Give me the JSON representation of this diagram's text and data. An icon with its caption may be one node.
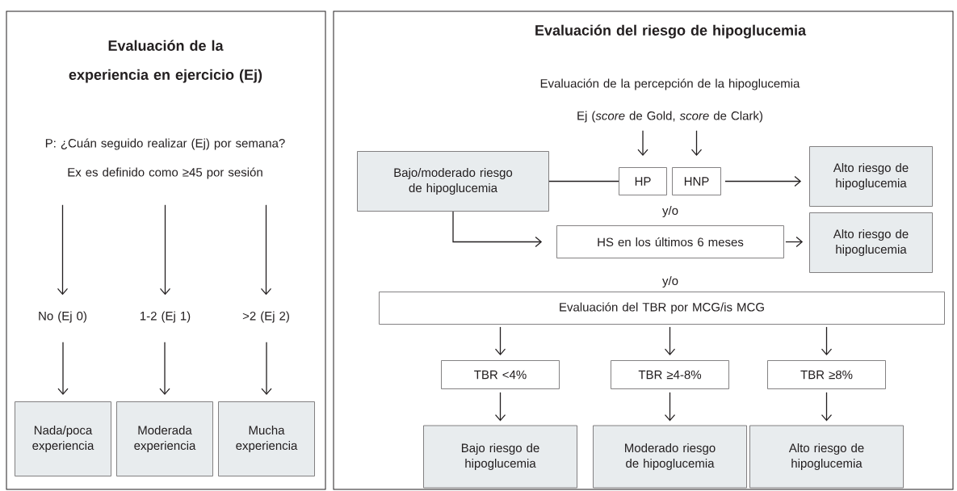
{
  "diagram": {
    "nodes": [
      {
        "text": [
          "Evaluación de la experiencia en ejercicio (Ej)"
        ]
      },
      {
        "text": [
          "P: ¿Cuán seguido realizar (Ej) por semana?",
          "Ex es definido como ≥45 por sesión"
        ],
        "in": 0
      },
      {
        "text": [
          "No (Ej 0)"
        ],
        "in": 0
      },
      {
        "text": [
          "1-2 (Ej 1)"
        ],
        "in": 0
      },
      {
        "text": [
          ">2 (Ej 2)"
        ],
        "in": 0
      },
      {
        "text": [
          "Nada/poca experiencia"
        ],
        "in": 0
      },
      {
        "text": [
          "Moderada experiencia"
        ],
        "in": 0
      },
      {
        "text": [
          "Mucha experiencia"
        ],
        "in": 0
      },
      {
        "text": [
          "Evaluación del riesgo de hipoglucemia"
        ]
      },
      {
        "text": [
          "Evaluación de la percepción de la hipoglucemia",
          "Ej (*score* de Gold, *score* de Clark)"
        ],
        "in": 8
      },
      {
        "text": [
          "Bajo/moderado riesgo de hipoglucemia"
        ],
        "in": 8
      },
      {
        "text": [
          "HP"
        ],
        "in": 8
      },
      {
        "text": [
          "HNP"
        ],
        "in": 8
      },
      {
        "text": [
          "Alto riesgo de hipoglucemia"
        ],
        "in": 8
      },
      {
        "text": [
          "HS en los últimos 6 meses"
        ],
        "in": 8
      },
      {
        "text": [
          "Alto riesgo de hipoglucemia"
        ],
        "in": 8
      },
      {
        "text": [
          "Evaluación del TBR por MCG/is MCG"
        ],
        "in": 8
      },
      {
        "text": [
          "TBR <4%"
        ],
        "in": 8
      },
      {
        "text": [
          "TBR ≥4-8%"
        ],
        "in": 8
      },
      {
        "text": [
          "TBR ≥8%"
        ],
        "in": 8
      },
      {
        "text": [
          "Bajo riesgo de hipoglucemia"
        ],
        "in": 8
      },
      {
        "text": [
          "Moderado riesgo de hipoglucemia"
        ],
        "in": 8
      },
      {
        "text": [
          "Alto riesgo de hipoglucemia"
        ],
        "in": 8
      }
    ],
    "edges": [
      {
        "from": 1,
        "to": 2,
        "arrow": "to"
      },
      {
        "from": 1,
        "to": 3,
        "arrow": "to"
      },
      {
        "from": 1,
        "to": 4,
        "arrow": "to"
      },
      {
        "from": 2,
        "to": 5,
        "arrow": "to"
      },
      {
        "from": 3,
        "to": 6,
        "arrow": "to"
      },
      {
        "from": 4,
        "to": 7,
        "arrow": "to"
      },
      {
        "from": 9,
        "to": 11,
        "arrow": "to"
      },
      {
        "from": 9,
        "to": 12,
        "arrow": "to"
      },
      {
        "from": 10,
        "to": 11,
        "arrow": "none"
      },
      {
        "from": 12,
        "to": 13,
        "arrow": "to"
      },
      {
        "from": 10,
        "to": 14,
        "arrow": "to"
      },
      {
        "from": 14,
        "to": 15,
        "arrow": "to"
      },
      {
        "from": 16,
        "to": 17,
        "arrow": "to"
      },
      {
        "from": 16,
        "to": 18,
        "arrow": "to"
      },
      {
        "from": 16,
        "to": 19,
        "arrow": "to"
      },
      {
        "from": 17,
        "to": 20,
        "arrow": "to"
      },
      {
        "from": 18,
        "to": 21,
        "arrow": "to"
      },
      {
        "from": 19,
        "to": 22,
        "arrow": "to"
      }
    ],
    "labels": [
      "y/o",
      "y/o"
    ]
  }
}
